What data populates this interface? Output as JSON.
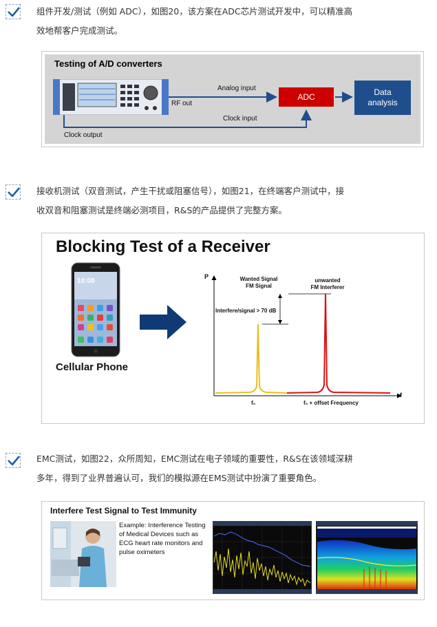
{
  "items": [
    {
      "lines": [
        "组件开发/测试（例如 ADC），如图20，该方案在ADC芯片测试开发中，可以精准高",
        "效地帮客户完成测试。"
      ],
      "figure": {
        "title": "Testing of A/D converters",
        "rf_out": "RF out",
        "analog_input": "Analog input",
        "clock_input": "Clock input",
        "clock_output": "Clock output",
        "adc": "ADC",
        "data_analysis": "Data analysis"
      }
    },
    {
      "lines": [
        "接收机测试（双音测试，产生干扰或阻塞信号），如图21，在终端客户测试中，接",
        "收双音和阻塞测试是终端必测项目，R&S的产品提供了完整方案。"
      ],
      "figure": {
        "title": "Blocking Test of a Receiver",
        "phone_label": "Cellular Phone",
        "phone_time": "10:08",
        "axis_p": "P",
        "axis_f": "f",
        "wanted_line1": "Wanted Signal",
        "wanted_line2": "FM Signal",
        "unwanted_line1": "unwanted",
        "unwanted_line2": "FM Interferer",
        "ratio_label": "Interfere/signal > 70 dB",
        "f0_label": "f₀",
        "f0_offset_label": "f₀ + offset Frequency"
      }
    },
    {
      "lines": [
        "EMC测试，如图22，众所周知，EMC测试在电子领域的重要性，R&S在该领域深耕",
        "多年，得到了业界普遍认可，我们的模拟源在EMS测试中扮演了重要角色。"
      ],
      "figure": {
        "title": "Interfere Test Signal to Test Immunity",
        "description": "Example: Interference Testing of Medical Devices such as ECG heart rate monitors and pulse oximeters"
      }
    }
  ],
  "colors": {
    "check": "#1f5ca8",
    "adc_box": "#cc0000",
    "analysis_box": "#1f4e8c",
    "arrow_blue": "#0f3a75",
    "wanted_signal": "#e8c020",
    "interferer_signal": "#dd1111"
  }
}
